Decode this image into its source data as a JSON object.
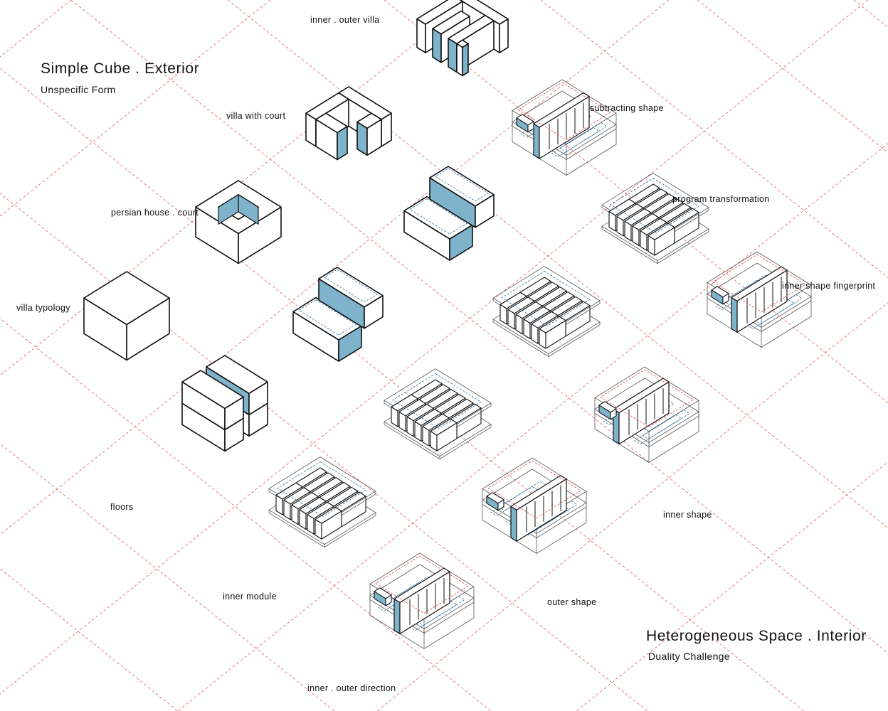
{
  "exterior": {
    "title": "Simple Cube . Exterior",
    "subtitle": "Unspecific Form"
  },
  "interior": {
    "title": "Heterogeneous Space . Interior",
    "subtitle": "Duality Challenge"
  },
  "labels": {
    "villa_typology": "villa typology",
    "persian_house_court": "persian house . court",
    "villa_with_court": "villa with court",
    "inner_outer_villa": "inner . outer villa",
    "subtracting_shape": "subtracting shape",
    "program_transformation": "program transformation",
    "inner_shape_fingerprint": "inner shape fingerprint",
    "inner_shape": "inner shape",
    "outer_shape": "outer shape",
    "inner_outer_direction": "inner . outer direction",
    "inner_module": "inner module",
    "floors": "floors"
  },
  "colors": {
    "grid_line": "#e06060",
    "outline": "#111111",
    "fill_accent": "#7fb3cc",
    "dash_blue": "#2f6fa3",
    "dash_red": "#d24a4a"
  }
}
